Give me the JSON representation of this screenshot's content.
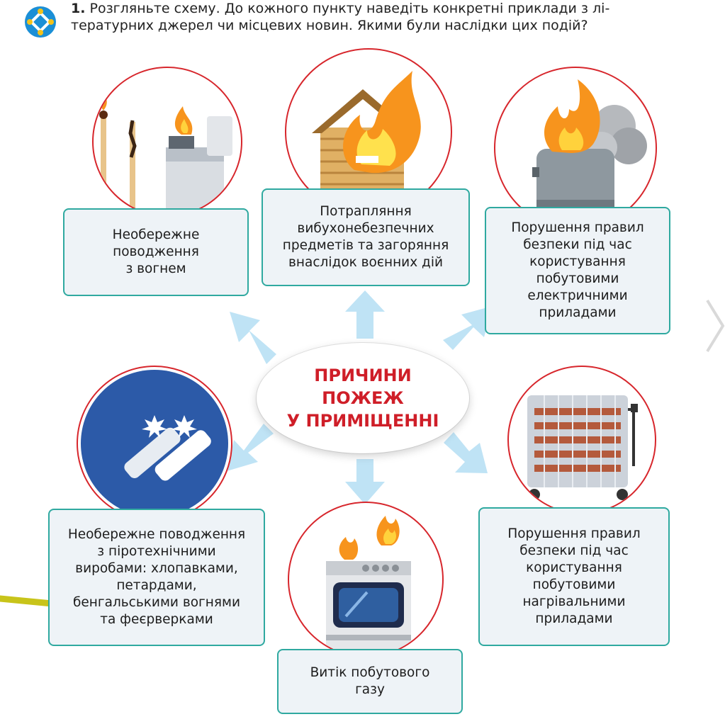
{
  "task": {
    "number": "1.",
    "text": "Розгляньте схему. До кожного пункту наведіть конкретні приклади з лі-\nтературних джерел чи місцевих новин. Якими були наслідки цих подій?"
  },
  "center": {
    "title": "ПРИЧИНИ\nПОЖЕЖ\nУ ПРИМІЩЕННІ"
  },
  "causes": {
    "fire_handling": "Необережне\nповодження\nз вогнем",
    "explosives": "Потрапляння\nвибухонебезпечних\nпредметів та загоряння\nвнаслідок воєнних дій",
    "electric": "Порушення правил\nбезпеки під час\nкористування\nпобутовими\nелектричними\nприладами",
    "pyrotechnics": "Необережне поводження\nз піротехнічними\nвиробами: хлопавками,\nпетардами,\nбенгальськими вогнями\nта феєрверками",
    "gas": "Витік побутового\nгазу",
    "heating": "Порушення правил\nбезпеки під час\nкористування\nпобутовими\nнагрівальними\nприладами"
  },
  "colors": {
    "accent_red": "#cf1e28",
    "box_border": "#2fa9a0",
    "box_fill": "#eef3f7",
    "arrow": "#bfe3f5",
    "highlight": "#c8c41a"
  }
}
